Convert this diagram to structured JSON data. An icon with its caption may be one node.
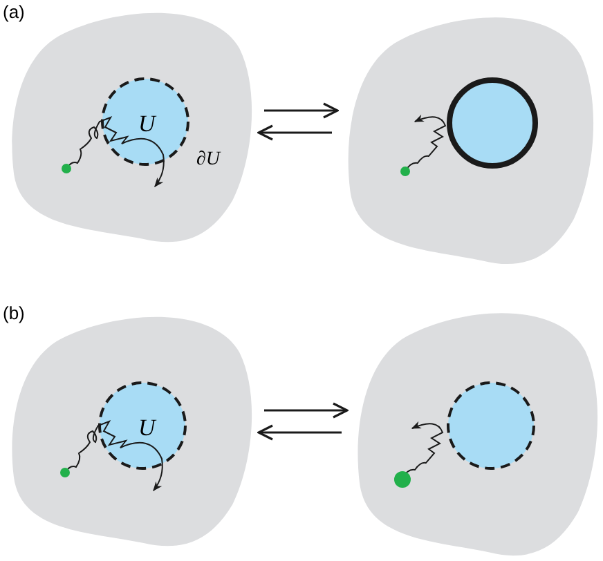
{
  "diagram": {
    "nodes": [
      {
        "text": [],
        "shape": "blob"
      },
      {
        "text": [
          "U"
        ],
        "beside": [
          "∂U"
        ],
        "in": 0
      },
      {
        "text": [],
        "shape": "blob"
      },
      {
        "text": [],
        "shape": "circle",
        "in": 2
      },
      {
        "text": [],
        "shape": "blob"
      },
      {
        "text": [
          "U"
        ],
        "in": 4
      },
      {
        "text": [],
        "shape": "blob"
      },
      {
        "text": [],
        "shape": "circle",
        "in": 6
      }
    ],
    "edges": [
      {
        "from": 0,
        "to": 2,
        "arrow": "to"
      },
      {
        "from": 2,
        "to": 0,
        "arrow": "to"
      },
      {
        "from": 4,
        "to": 6,
        "arrow": "to"
      },
      {
        "from": 6,
        "to": 4,
        "arrow": "to"
      }
    ],
    "labels": [
      "(a)",
      "(b)"
    ]
  }
}
